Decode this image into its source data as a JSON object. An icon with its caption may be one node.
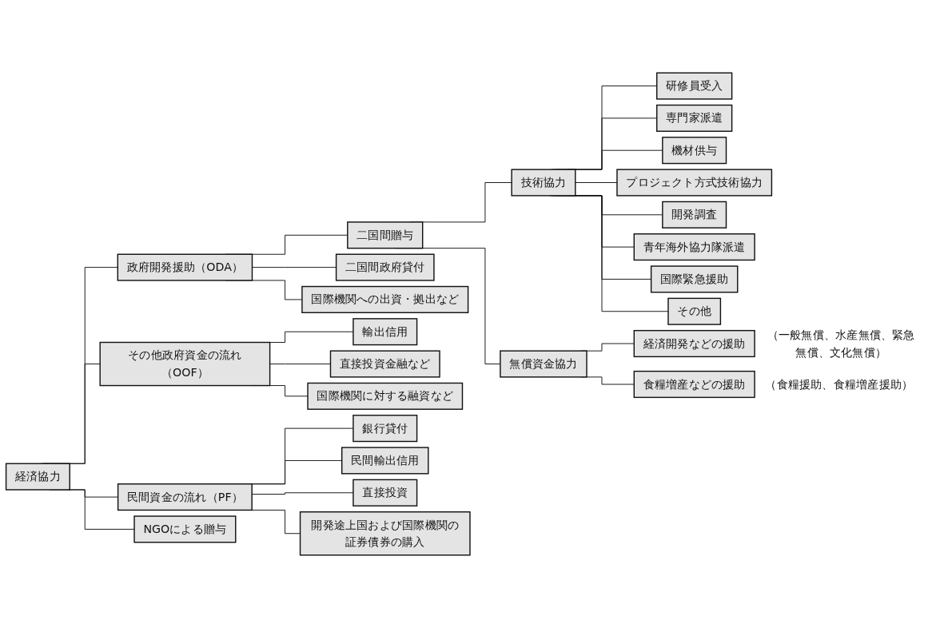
{
  "diagram": {
    "nodes": [
      {
        "text": [
          "経済協力"
        ]
      },
      {
        "text": [
          "政府開発援助（ODA）"
        ]
      },
      {
        "text": [
          "その他政府資金の流れ（OOF）"
        ]
      },
      {
        "text": [
          "民間資金の流れ（PF）"
        ]
      },
      {
        "text": [
          "NGOによる贈与"
        ]
      },
      {
        "text": [
          "二国間贈与"
        ]
      },
      {
        "text": [
          "二国間政府貸付"
        ]
      },
      {
        "text": [
          "国際機関への出資・拠出など"
        ]
      },
      {
        "text": [
          "輸出信用"
        ]
      },
      {
        "text": [
          "直接投資金融など"
        ]
      },
      {
        "text": [
          "国際機関に対する融資など"
        ]
      },
      {
        "text": [
          "銀行貸付"
        ]
      },
      {
        "text": [
          "民間輸出信用"
        ]
      },
      {
        "text": [
          "直接投資"
        ]
      },
      {
        "text": [
          "開発途上国および国際機関の証券債券の購入"
        ]
      },
      {
        "text": [
          "技術協力"
        ]
      },
      {
        "text": [
          "無償資金協力"
        ]
      },
      {
        "text": [
          "研修員受入"
        ]
      },
      {
        "text": [
          "専門家派遣"
        ]
      },
      {
        "text": [
          "機材供与"
        ]
      },
      {
        "text": [
          "プロジェクト方式技術協力"
        ]
      },
      {
        "text": [
          "開発調査"
        ]
      },
      {
        "text": [
          "青年海外協力隊派遣"
        ]
      },
      {
        "text": [
          "国際緊急援助"
        ]
      },
      {
        "text": [
          "その他"
        ]
      },
      {
        "text": [
          "経済開発などの援助"
        ],
        "beside": [
          "（一般無償、水産無償、緊急無償、文化無償）"
        ]
      },
      {
        "text": [
          "食糧増産などの援助"
        ],
        "beside": [
          "（食糧援助、食糧増産援助）"
        ]
      }
    ],
    "edges": [
      {
        "from": 0,
        "to": 1,
        "arrow": "none"
      },
      {
        "from": 0,
        "to": 2,
        "arrow": "none"
      },
      {
        "from": 0,
        "to": 3,
        "arrow": "none"
      },
      {
        "from": 0,
        "to": 4,
        "arrow": "none"
      },
      {
        "from": 1,
        "to": 5,
        "arrow": "none"
      },
      {
        "from": 1,
        "to": 6,
        "arrow": "none"
      },
      {
        "from": 1,
        "to": 7,
        "arrow": "none"
      },
      {
        "from": 2,
        "to": 8,
        "arrow": "none"
      },
      {
        "from": 2,
        "to": 9,
        "arrow": "none"
      },
      {
        "from": 2,
        "to": 10,
        "arrow": "none"
      },
      {
        "from": 3,
        "to": 11,
        "arrow": "none"
      },
      {
        "from": 3,
        "to": 12,
        "arrow": "none"
      },
      {
        "from": 3,
        "to": 13,
        "arrow": "none"
      },
      {
        "from": 3,
        "to": 14,
        "arrow": "none"
      },
      {
        "from": 5,
        "to": 15,
        "arrow": "none"
      },
      {
        "from": 5,
        "to": 16,
        "arrow": "none"
      },
      {
        "from": 15,
        "to": 17,
        "arrow": "none"
      },
      {
        "from": 15,
        "to": 18,
        "arrow": "none"
      },
      {
        "from": 15,
        "to": 19,
        "arrow": "none"
      },
      {
        "from": 15,
        "to": 20,
        "arrow": "none"
      },
      {
        "from": 15,
        "to": 21,
        "arrow": "none"
      },
      {
        "from": 15,
        "to": 22,
        "arrow": "none"
      },
      {
        "from": 15,
        "to": 23,
        "arrow": "none"
      },
      {
        "from": 15,
        "to": 24,
        "arrow": "none"
      },
      {
        "from": 16,
        "to": 25,
        "arrow": "none"
      },
      {
        "from": 16,
        "to": 26,
        "arrow": "none"
      }
    ]
  }
}
